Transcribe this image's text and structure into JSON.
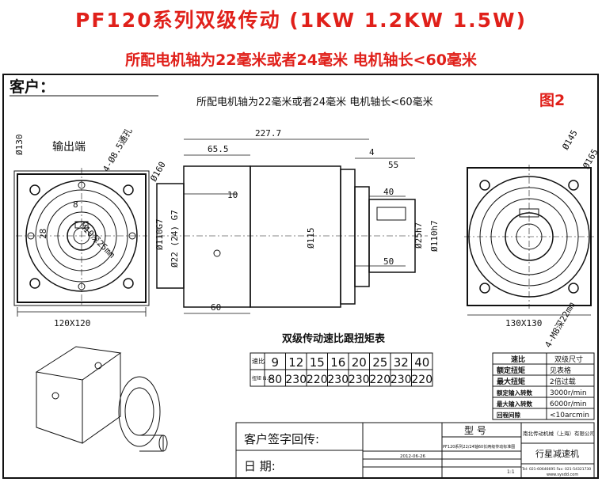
{
  "title": "PF120系列双级传动 (1KW 1.2KW 1.5W)",
  "subtitle": "所配电机轴为22毫米或者24毫米 电机轴长<60毫米",
  "drawing": {
    "customer_label": "客户：",
    "note": "所配电机轴为22毫米或者24毫米 电机轴长<60毫米",
    "figure_no": "图2",
    "output_end": "输出端",
    "dims": {
      "d130": "Ø130",
      "holes": "4-Ø8.5通孔",
      "d160": "Ø160",
      "d8": "8",
      "d28": "28",
      "m10": "M10深25mm",
      "w120": "120X120",
      "l227": "227.7",
      "l65": "65.5",
      "l10": "10",
      "d110g7": "Ø110G7",
      "d22g7": "Ø22 (24) G7",
      "d115": "Ø115",
      "l60": "60",
      "l4": "4",
      "l55": "55",
      "l40": "40",
      "l50": "50",
      "d25h7": "Ø25h7",
      "d110h7": "Ø110h7",
      "d145": "Ø145",
      "d165": "Ø165",
      "w130": "130X130",
      "m8": "4-M8深22mm"
    }
  },
  "ratio_table": {
    "title": "双级传动速比跟扭矩表",
    "row_labels": [
      "速比",
      "扭矩 N.m"
    ],
    "ratios": [
      "9",
      "12",
      "15",
      "16",
      "20",
      "25",
      "32",
      "40"
    ],
    "torques": [
      "80",
      "230",
      "220",
      "230",
      "230",
      "220",
      "230",
      "220"
    ]
  },
  "spec_table": {
    "header": [
      "速比",
      "双级尺寸"
    ],
    "rows": [
      [
        "额定扭矩",
        "见表格"
      ],
      [
        "最大扭矩",
        "2倍过载"
      ],
      [
        "额定输入转数",
        "3000r/min"
      ],
      [
        "最大输入转数",
        "6000r/min"
      ],
      [
        "回程间隙",
        "<10arcmin"
      ]
    ]
  },
  "title_block": {
    "customer_sign": "客户签字回传:",
    "date": "日  期:",
    "model_label": "型  号",
    "model_value": "PF120系列22/24轴60长两级传动标准图",
    "company": "南北传动机械（上海）有限公司",
    "product": "行星减速机",
    "date_value": "2012-06-26",
    "scale": "1:1",
    "tel": "Tel: 021-60646695   Fax: 021-54321730",
    "web": "www.sysdd.com"
  }
}
